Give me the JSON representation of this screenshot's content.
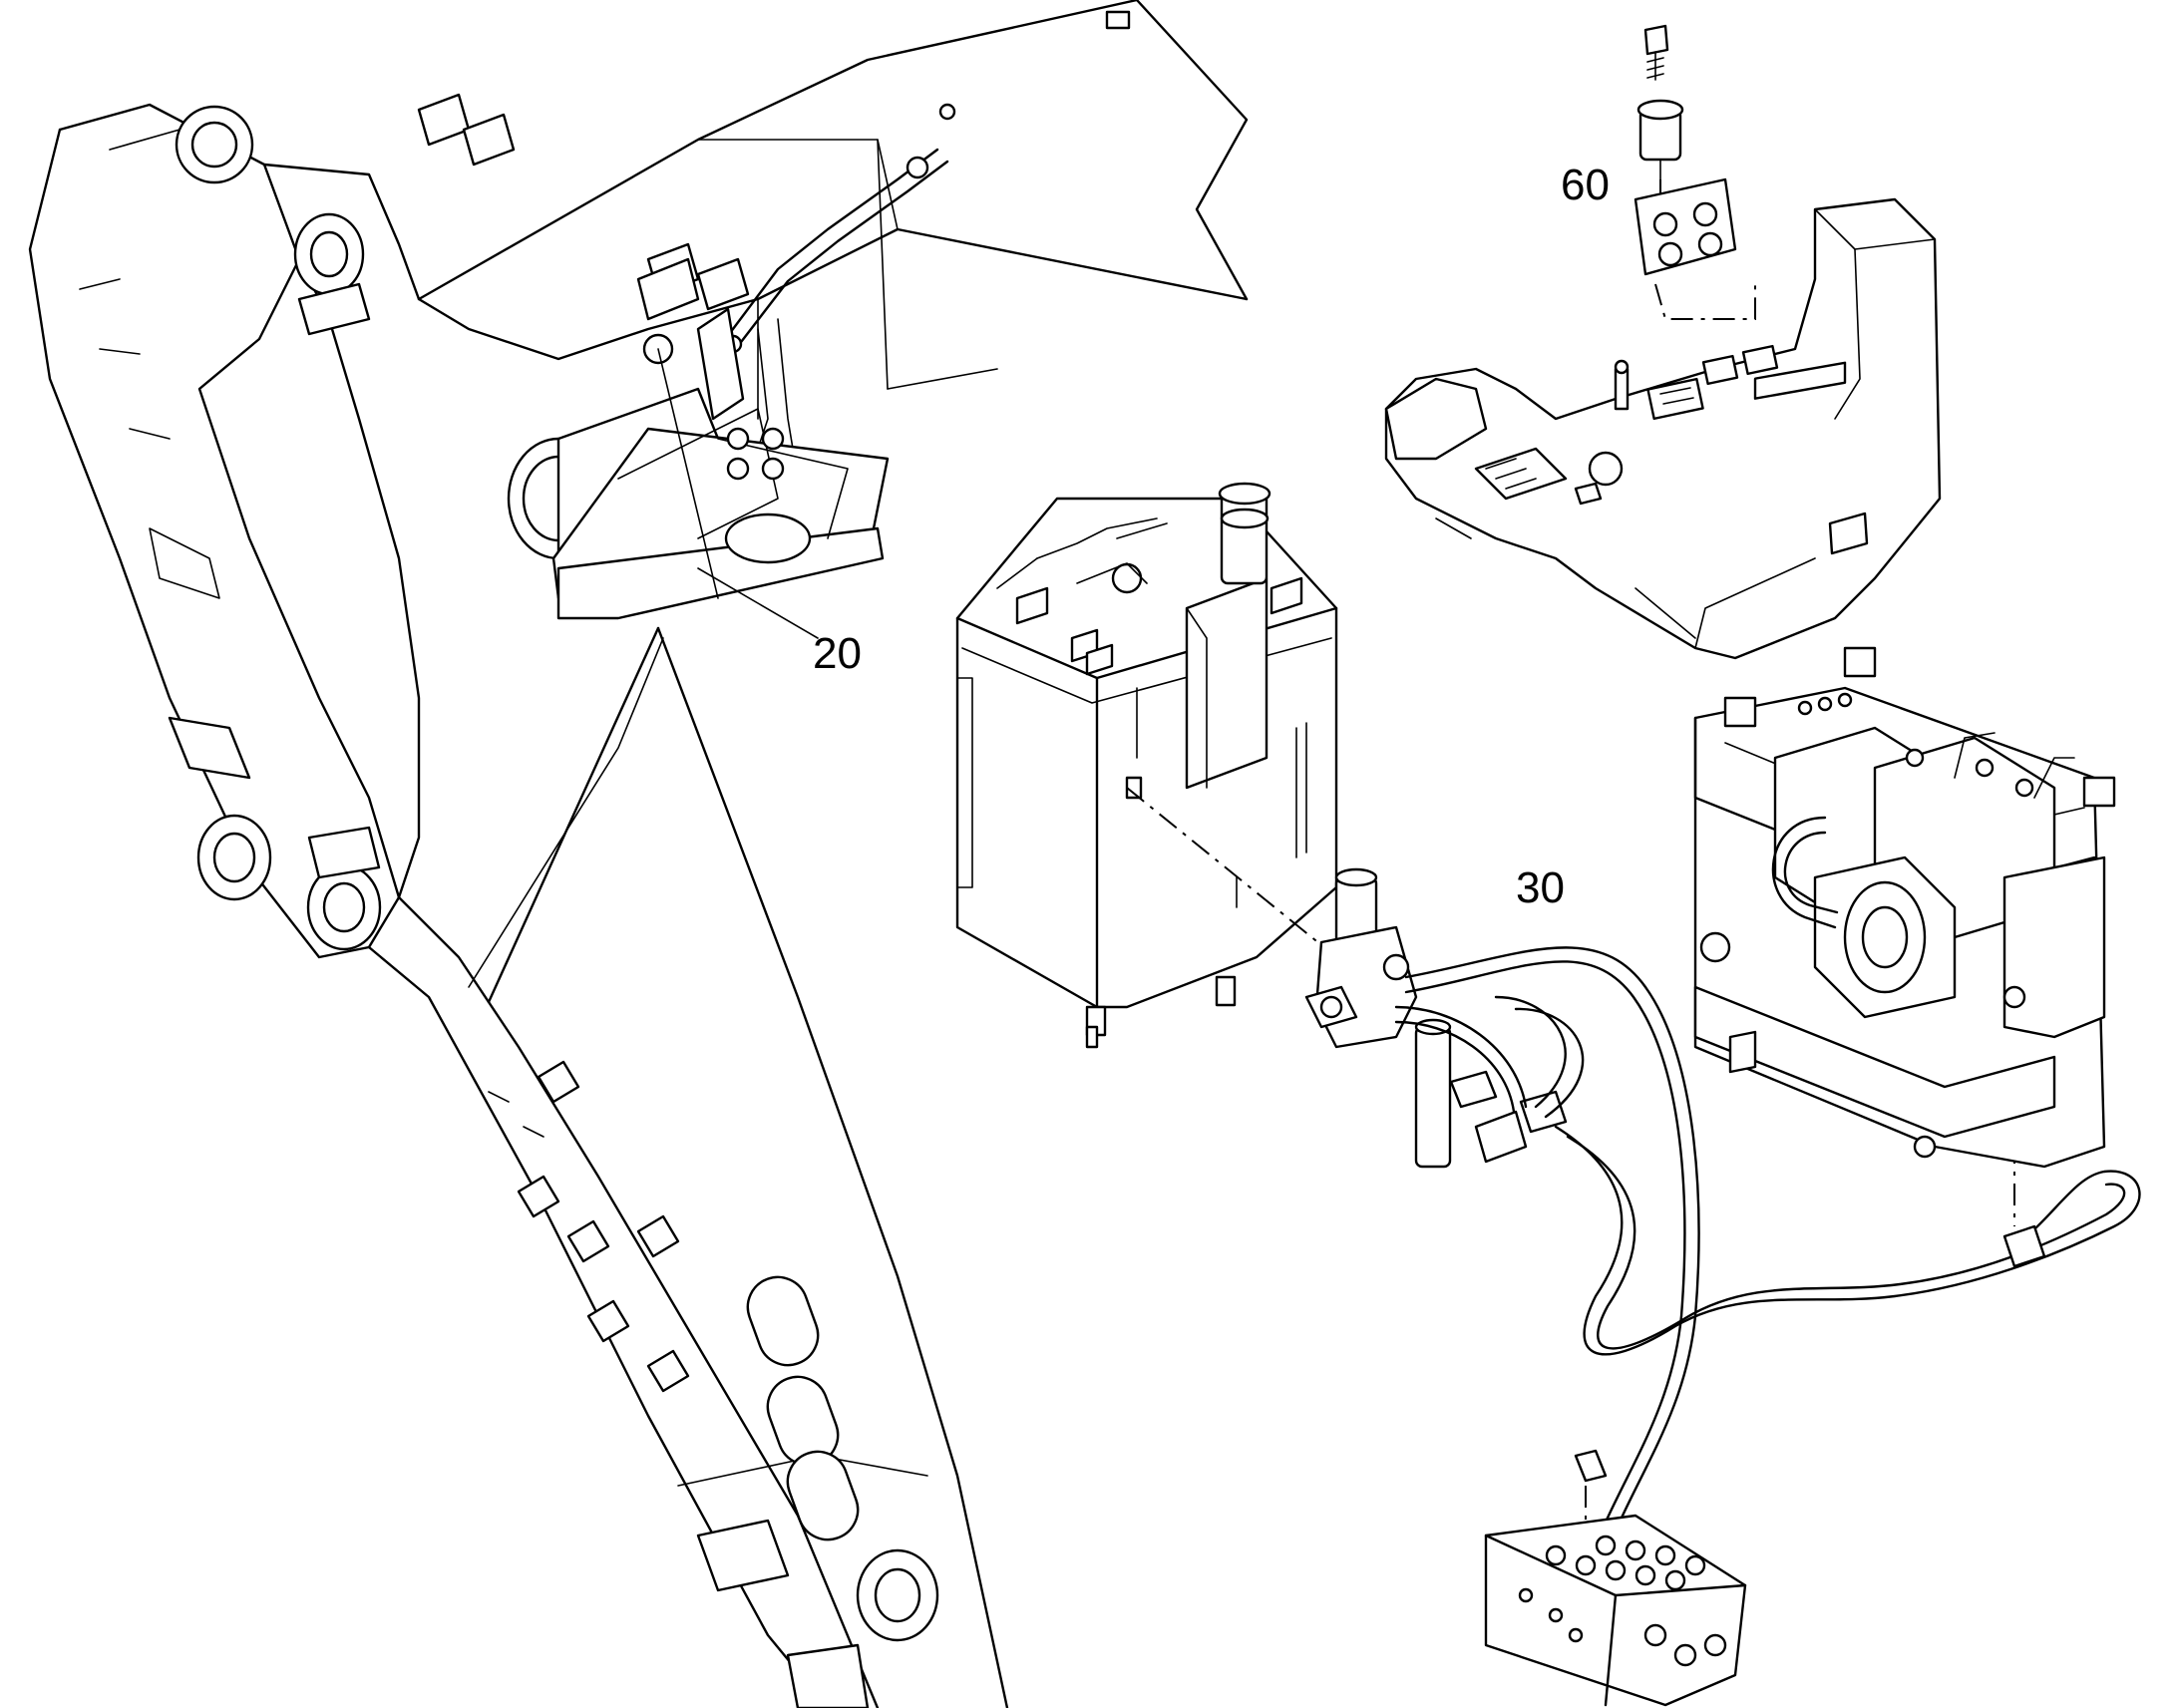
{
  "callouts": {
    "c20": "20",
    "c30": "30",
    "c60": "60"
  }
}
